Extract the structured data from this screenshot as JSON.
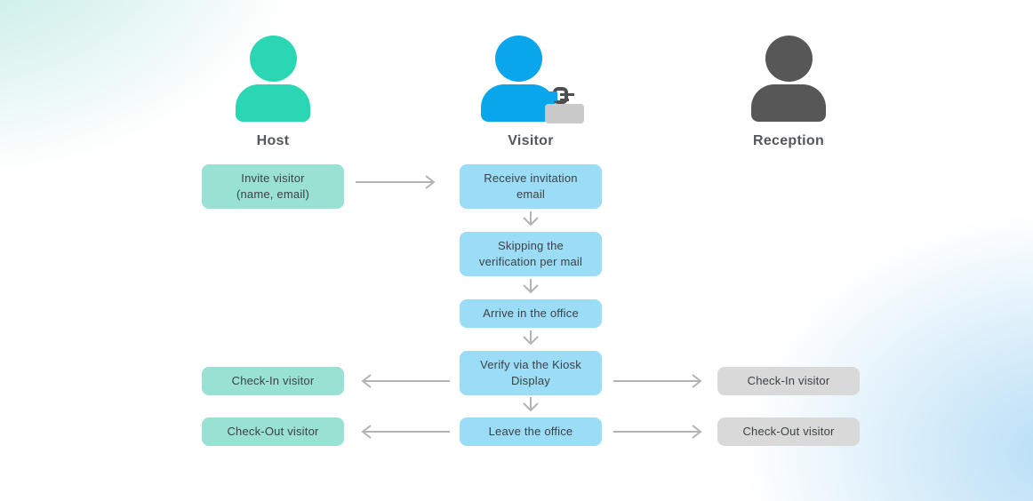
{
  "personas": [
    {
      "label": "Host"
    },
    {
      "label": "Visitor"
    },
    {
      "label": "Reception"
    }
  ],
  "boxes": {
    "invite": "Invite visitor\n(name, email)",
    "receive": "Receive invitation\nemail",
    "skip": "Skipping the\nverification per mail",
    "arrive": "Arrive in the office",
    "verify": "Verify via the Kiosk\nDisplay",
    "leave": "Leave the office",
    "host_checkin": "Check-In visitor",
    "host_checkout": "Check-Out visitor",
    "reception_checkin": "Check-In visitor",
    "reception_checkout": "Check-Out visitor"
  },
  "colors": {
    "host": "#2bd6b4",
    "visitor": "#0aa6eb",
    "reception": "#575757",
    "box_green": "#99e1d2",
    "box_blue": "#9bddf7",
    "box_gray": "#d9d9d9",
    "arrow": "#b3b3b3",
    "text": "#3c4245",
    "label": "#53575a"
  }
}
